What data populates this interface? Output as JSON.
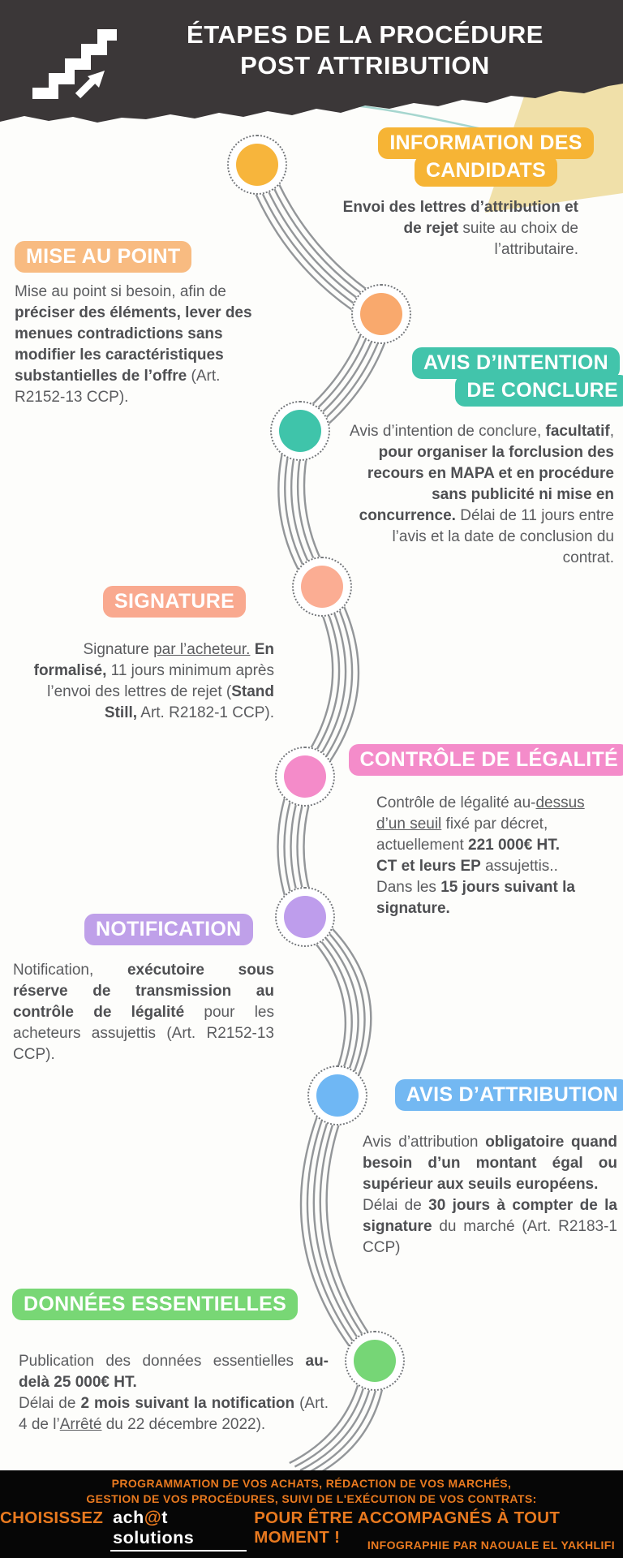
{
  "header": {
    "title_line1": "ÉTAPES DE LA PROCÉDURE",
    "title_line2": "POST ATTRIBUTION",
    "background": "#3B3738",
    "icon": "stairs-up-arrow-icon"
  },
  "steps": [
    {
      "name": "information-des-candidats",
      "label_lines": [
        "INFORMATION DES",
        "CANDIDATS"
      ],
      "color": "#F6B435",
      "dot_color": "#F7B53C",
      "body": [
        {
          "t": "Envoi des lettres d’attribution et de rejet",
          "b": true
        },
        {
          "t": " suite au choix de l’attributaire."
        }
      ]
    },
    {
      "name": "mise-au-point",
      "label_lines": [
        "MISE AU POINT"
      ],
      "color": "#F8BB81",
      "dot_color": "#F9A96D",
      "body": [
        {
          "t": "Mise au point si besoin, afin de "
        },
        {
          "t": "préciser des éléments, lever des menues contradictions sans modifier les caractéristiques substantielles de l’offre",
          "b": true
        },
        {
          "t": " (Art. R2152-13 CCP)."
        }
      ]
    },
    {
      "name": "avis-d-intention-de-conclure",
      "label_lines": [
        "AVIS D’INTENTION",
        "DE CONCLURE"
      ],
      "color": "#42C4AB",
      "dot_color": "#3FC4AA",
      "body": [
        {
          "t": "Avis d’intention de conclure, "
        },
        {
          "t": "facultatif",
          "b": true
        },
        {
          "t": ", "
        },
        {
          "t": "pour organiser la forclusion des recours en MAPA et en procédure sans publicité ni mise en concurrence.",
          "b": true
        },
        {
          "t": " Délai de 11 jours entre l’avis et la date de conclusion du contrat."
        }
      ]
    },
    {
      "name": "signature",
      "label_lines": [
        "SIGNATURE"
      ],
      "color": "#F9A98F",
      "dot_color": "#FBAD93",
      "body": [
        {
          "t": "Signature "
        },
        {
          "t": "par l’acheteur.",
          "u": true
        },
        {
          "t": " "
        },
        {
          "t": "En formalisé,",
          "b": true
        },
        {
          "t": " 11 jours minimum après l’envoi des lettres de rejet ("
        },
        {
          "t": "Stand Still,",
          "b": true
        },
        {
          "t": " Art. R2182-1 CCP)."
        }
      ]
    },
    {
      "name": "controle-de-legalite",
      "label_lines": [
        "CONTRÔLE DE LÉGALITÉ"
      ],
      "color": "#F48CCA",
      "dot_color": "#F48BC9",
      "body": [
        {
          "t": "Contrôle de légalité au-"
        },
        {
          "t": "dessus d’un seuil",
          "u": true
        },
        {
          "t": " fixé par décret, actuellement "
        },
        {
          "t": "221 000€ HT.",
          "b": true
        },
        {
          "br": true
        },
        {
          "t": "CT et leurs EP",
          "b": true
        },
        {
          "t": " assujettis.."
        },
        {
          "br": true
        },
        {
          "t": "Dans les "
        },
        {
          "t": "15 jours suivant la signature.",
          "b": true
        }
      ]
    },
    {
      "name": "notification",
      "label_lines": [
        "NOTIFICATION"
      ],
      "color": "#BFA0E9",
      "dot_color": "#BE9DEC",
      "body": [
        {
          "t": "Notification, "
        },
        {
          "t": "exécutoire sous réserve de transmission au contrôle de légalité",
          "b": true
        },
        {
          "t": " pour les acheteurs assujettis (Art. R2152-13 CCP)."
        }
      ]
    },
    {
      "name": "avis-d-attribution",
      "label_lines": [
        "AVIS D’ATTRIBUTION"
      ],
      "color": "#73B8F2",
      "dot_color": "#6FB7F4",
      "body": [
        {
          "t": "Avis d’attribution "
        },
        {
          "t": "obligatoire quand besoin d’un montant égal ou supérieur aux seuils européens.",
          "b": true
        },
        {
          "br": true
        },
        {
          "t": "Délai de "
        },
        {
          "t": "30 jours à compter de la signature",
          "b": true
        },
        {
          "t": " du marché (Art. R2183-1 CCP)"
        }
      ]
    },
    {
      "name": "donnees-essentielles",
      "label_lines": [
        "DONNÉES ESSENTIELLES"
      ],
      "color": "#78D775",
      "dot_color": "#76D676",
      "body": [
        {
          "t": "Publication des données essentielles "
        },
        {
          "t": "au-delà 25 000€ HT.",
          "b": true
        },
        {
          "br": true
        },
        {
          "t": "Délai de "
        },
        {
          "t": "2 mois suivant la notification",
          "b": true
        },
        {
          "t": " (Art. 4 de l’"
        },
        {
          "t": "Arrêté",
          "u": true
        },
        {
          "t": " du 22 décembre 2022)."
        }
      ]
    }
  ],
  "footer": {
    "accent_color": "#E8791F",
    "line1": "PROGRAMMATION DE VOS ACHATS, RÉDACTION DE VOS MARCHÉS,",
    "line2": "GESTION DE VOS PROCÉDURES, SUIVI DE L'EXÉCUTION DE VOS CONTRATS:",
    "cta_prefix": "CHOISISSEZ",
    "brand": {
      "part1": "ach",
      "at": "@",
      "part2": "t solutions"
    },
    "cta_suffix": "POUR ÊTRE ACCOMPAGNÉS À TOUT MOMENT !",
    "credit": "INFOGRAPHIE PAR NAOUALE EL YAKHLIFI"
  }
}
